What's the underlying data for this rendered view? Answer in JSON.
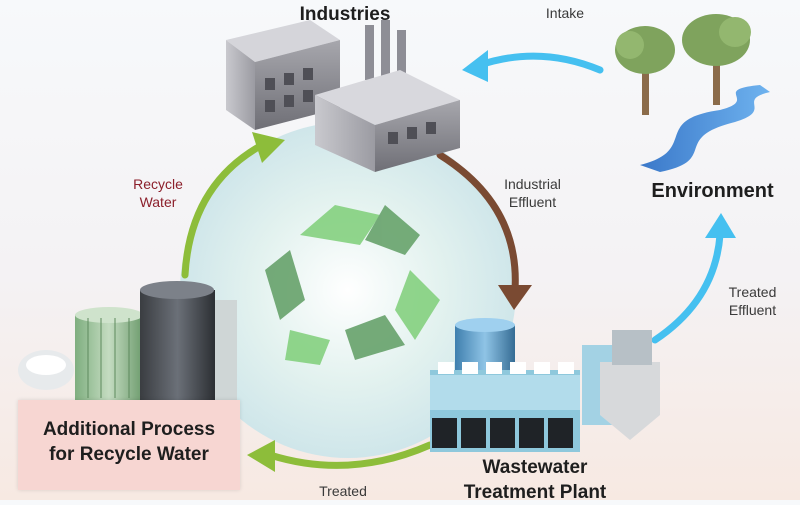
{
  "nodes": {
    "industries": "Industries",
    "environment": "Environment",
    "additional_process": "Additional Process\nfor Recycle Water",
    "wastewater_plant": "Wastewater\nTreatment Plant"
  },
  "flows": {
    "intake": "Intake",
    "industrial_effluent": "Industrial\nEffluent",
    "treated_effluent": "Treated\nEffluent",
    "recycle_water": "Recycle\nWater",
    "treated": "Treated"
  },
  "colors": {
    "green_arrow": "#8dbd3a",
    "brown_arrow": "#7a4a32",
    "blue_arrow": "#45c0f0",
    "recycle_symbol": "#7fcf79",
    "recycle_label": "#8c1f2b"
  }
}
